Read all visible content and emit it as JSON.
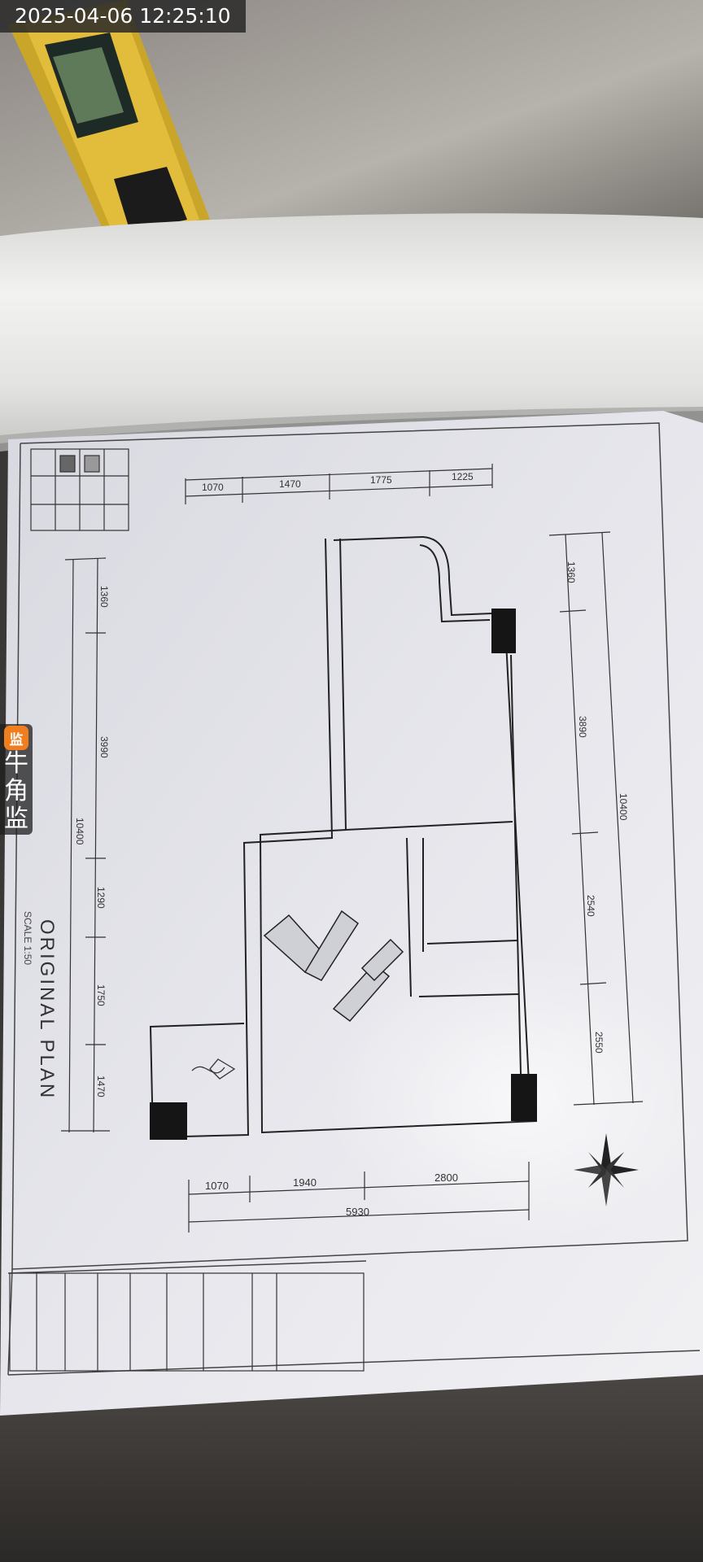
{
  "overlay": {
    "timestamp": "2025-04-06 12:25:10",
    "watermark_logo": "监",
    "watermark_brand": "牛角监",
    "logo_color": "#f07d1e"
  },
  "plan": {
    "title": "ORIGINAL PLAN",
    "scale": "SCALE 1:50",
    "top_dims": [
      "1070",
      "1470",
      "1775",
      "1225"
    ],
    "left_dims": [
      "1360",
      "3990",
      "1290",
      "1750",
      "1470"
    ],
    "left_total": "10400",
    "right_dims": [
      "1360",
      "3890",
      "2540",
      "2550"
    ],
    "right_total": "10400",
    "bottom_dims": [
      "1070",
      "1940",
      "2800"
    ],
    "bottom_total": "5930"
  }
}
